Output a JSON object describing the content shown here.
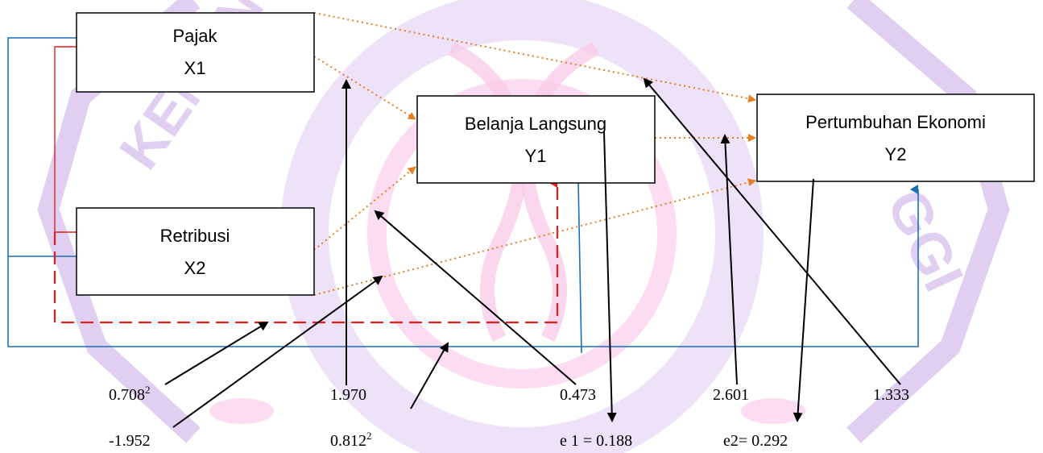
{
  "nodes": {
    "pajak": {
      "line1": "Pajak",
      "line2": "X1"
    },
    "retribusi": {
      "line1": "Retribusi",
      "line2": "X2"
    },
    "belanja": {
      "line1": "Belanja Langsung",
      "line2": "Y1"
    },
    "pertumbuhan": {
      "line1": "Pertumbuhan Ekonomi",
      "line2": "Y2"
    }
  },
  "coefficients": {
    "c1": {
      "value": "0.708",
      "sup": "2"
    },
    "c2": {
      "value": "1.970"
    },
    "c3": {
      "value": "0.473"
    },
    "c4": {
      "value": "2.601"
    },
    "c5": {
      "value": "1.333"
    },
    "c6": {
      "value": "-1.952"
    },
    "c7": {
      "value": "0.812",
      "sup": "2"
    },
    "e1": {
      "value": "e 1 = 0.188"
    },
    "e2": {
      "value": "e2= 0.292"
    }
  },
  "colors": {
    "box_border": "#000000",
    "dotted_arrow": "#e67e22",
    "dashed_red": "#e31e1e",
    "blue_line": "#1a6fb5",
    "black_arrow": "#000000",
    "watermark": "#c9a8e8",
    "watermark_pink": "#f4a3d6"
  },
  "watermark": {
    "text_left": "KEMEN",
    "text_right": "GGI"
  }
}
